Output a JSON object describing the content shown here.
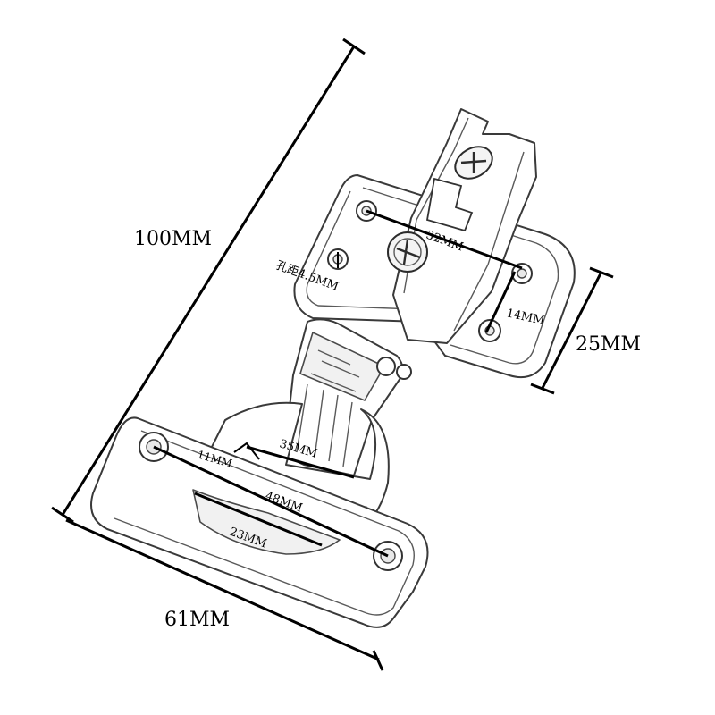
{
  "labels": {
    "total_length": "100MM",
    "base_width": "61MM",
    "plate_height": "25MM",
    "hole_spacing_text": "32MM",
    "slot_spacing": "14MM",
    "hole_distance": "孔距4.5MM",
    "cup_depth": "11MM",
    "cup_diameter": "35MM",
    "hole_span": "48MM",
    "arm_width": "23MM"
  },
  "colors": {
    "line": "#000000",
    "outline": "#3a3a3a"
  }
}
